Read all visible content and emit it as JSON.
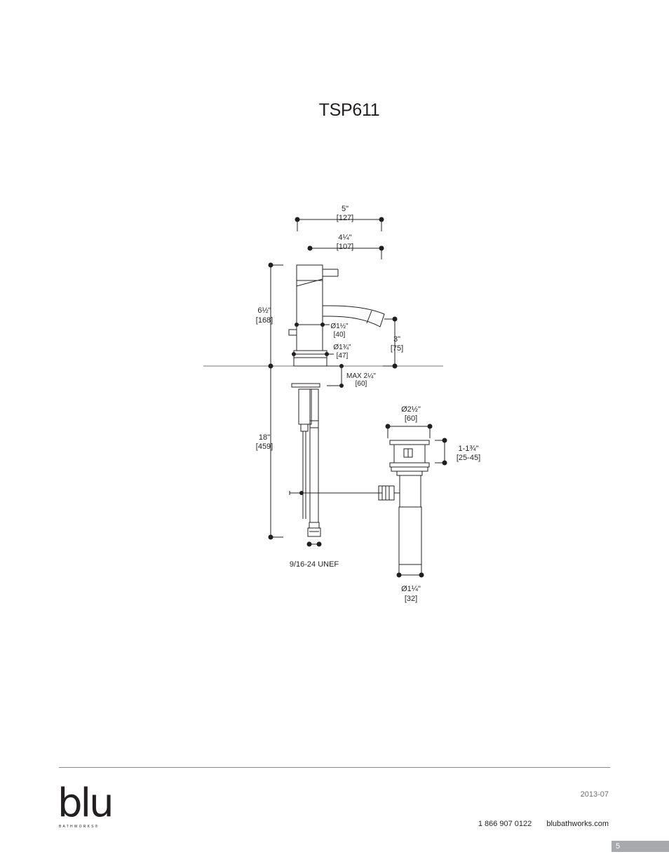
{
  "title": "TSP611",
  "dimensions": {
    "overall_width": {
      "imperial": "5\"",
      "metric": "[127]"
    },
    "spout_reach": {
      "imperial": "4¼\"",
      "metric": "[107]"
    },
    "height": {
      "imperial": "6½\"",
      "metric": "[168]"
    },
    "body_diameter": {
      "imperial": "Ø1½\"",
      "metric": "[40]"
    },
    "base_diameter": {
      "imperial": "Ø1¾\"",
      "metric": "[47]"
    },
    "spout_height": {
      "imperial": "3\"",
      "metric": "[75]"
    },
    "max_deck": {
      "imperial": "MAX 2¼\"",
      "metric": "[60]"
    },
    "drain_diameter": {
      "imperial": "Ø2½\"",
      "metric": "[60]"
    },
    "drain_adjust": {
      "imperial": "1-1¾\"",
      "metric": "[25-45]"
    },
    "supply_length": {
      "imperial": "18\"",
      "metric": "[459]"
    },
    "thread": "9/16-24 UNEF",
    "tailpiece_diameter": {
      "imperial": "Ø1¼\"",
      "metric": "[32]"
    }
  },
  "footer": {
    "logo_text": "blu",
    "logo_subtext": "BATHWORKS®",
    "date": "2013-07",
    "phone": "1 866 907 0122",
    "website": "blubathworks.com",
    "page_number": "5"
  }
}
